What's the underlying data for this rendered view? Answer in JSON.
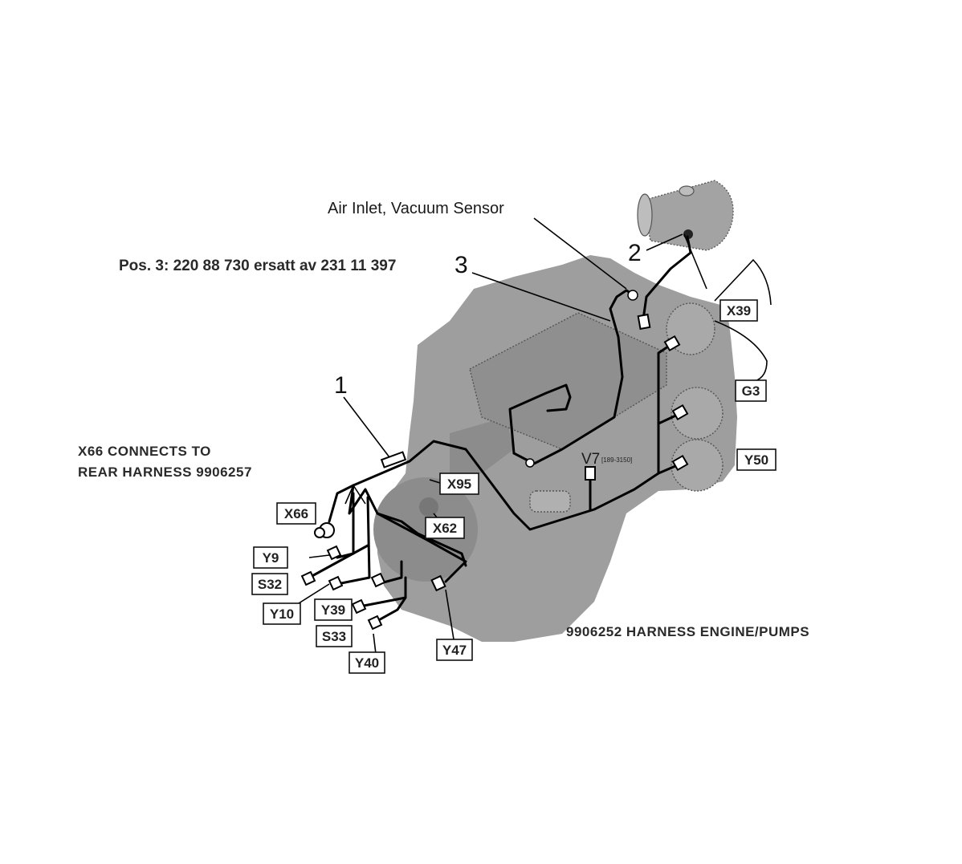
{
  "labels": {
    "air_inlet": "Air Inlet, Vacuum Sensor",
    "pos3_note": "Pos. 3: 220 88 730 ersatt av 231 11 397",
    "x66_note_line1": "X66 CONNECTS TO",
    "x66_note_line2": "REAR HARNESS 9906257",
    "harness_title": "9906252 HARNESS ENGINE/PUMPS",
    "callout_1": "1",
    "callout_2": "2",
    "callout_3": "3",
    "v7": "V7",
    "v7_range": "[189-3150]"
  },
  "components": {
    "x39": "X39",
    "g3": "G3",
    "y50": "Y50",
    "x95": "X95",
    "x62": "X62",
    "x66": "X66",
    "y9": "Y9",
    "s32": "S32",
    "y10": "Y10",
    "y39": "Y39",
    "s33": "S33",
    "y40": "Y40",
    "y47": "Y47"
  },
  "colors": {
    "engine_fill": "#9e9e9e",
    "wire": "#000000",
    "background": "#ffffff"
  }
}
